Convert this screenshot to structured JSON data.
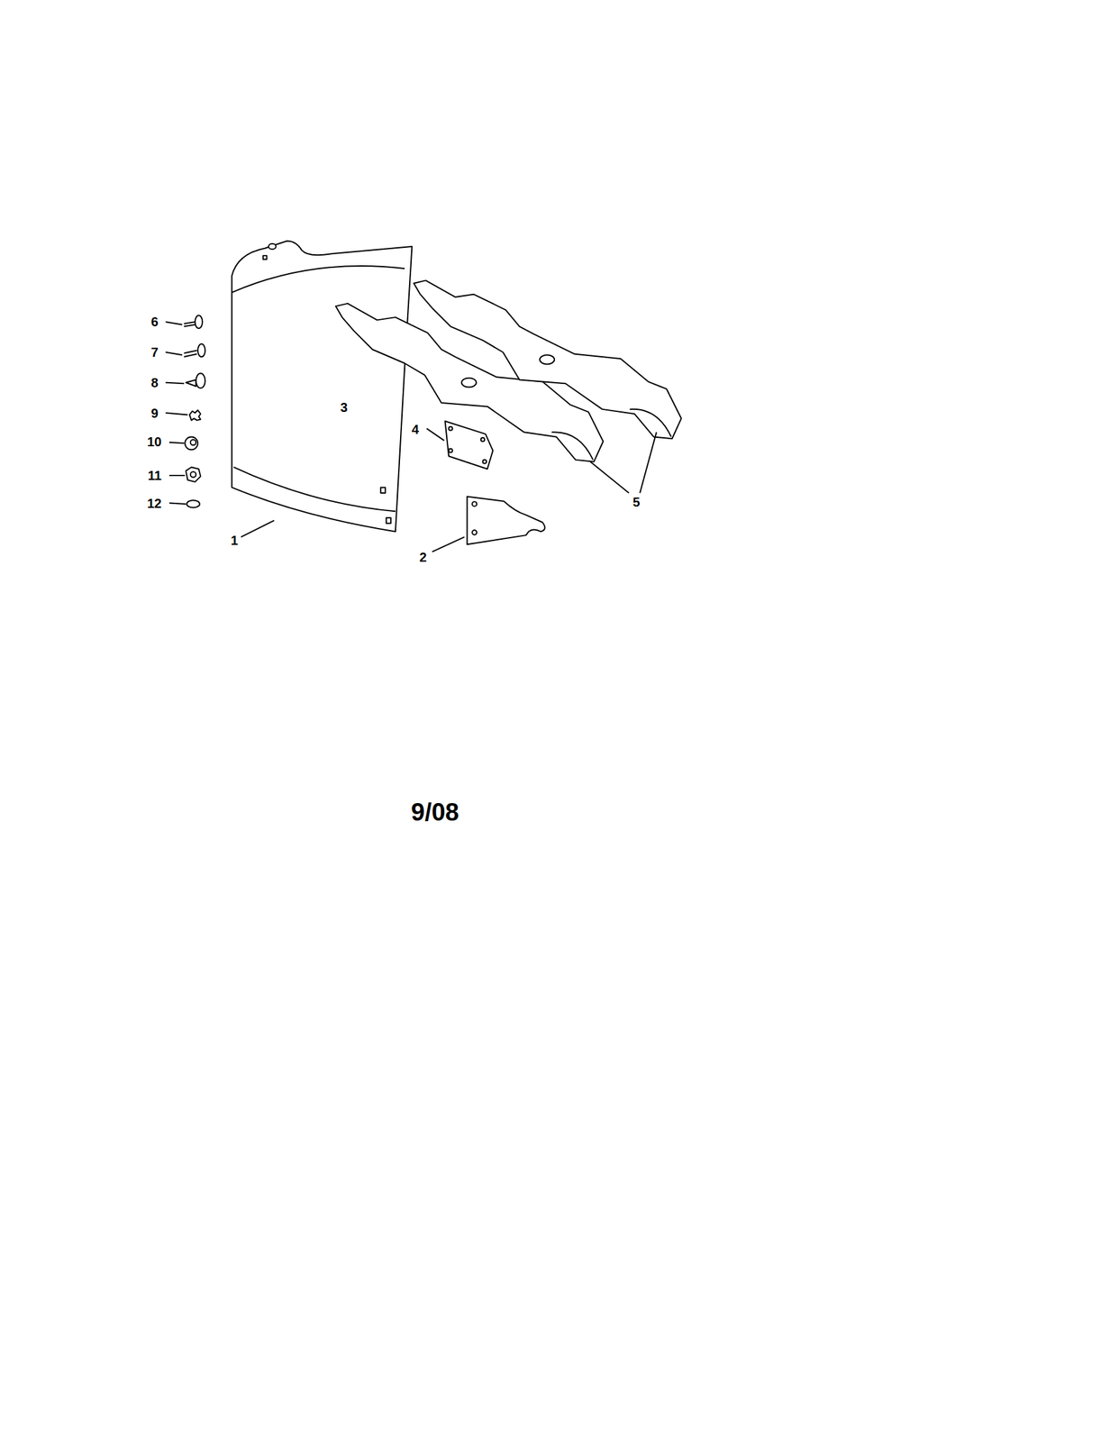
{
  "diagram": {
    "labels": [
      "6",
      "7",
      "8",
      "9",
      "10",
      "11",
      "12",
      "3",
      "4",
      "5",
      "1",
      "2",
      "9/08"
    ]
  }
}
